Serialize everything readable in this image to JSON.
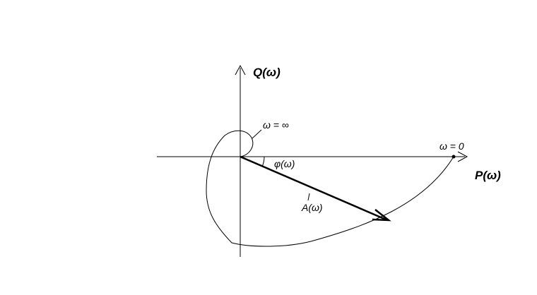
{
  "diagram": {
    "vertical_axis_label": "Q(ω)",
    "horizontal_axis_label": "P(ω)",
    "omega_infinity_label": "ω = ∞",
    "omega_zero_label": "ω = 0",
    "phase_label": "φ(ω)",
    "amplitude_label": "A(ω)"
  },
  "colors": {
    "ink": "#000000",
    "background": "#ffffff"
  }
}
